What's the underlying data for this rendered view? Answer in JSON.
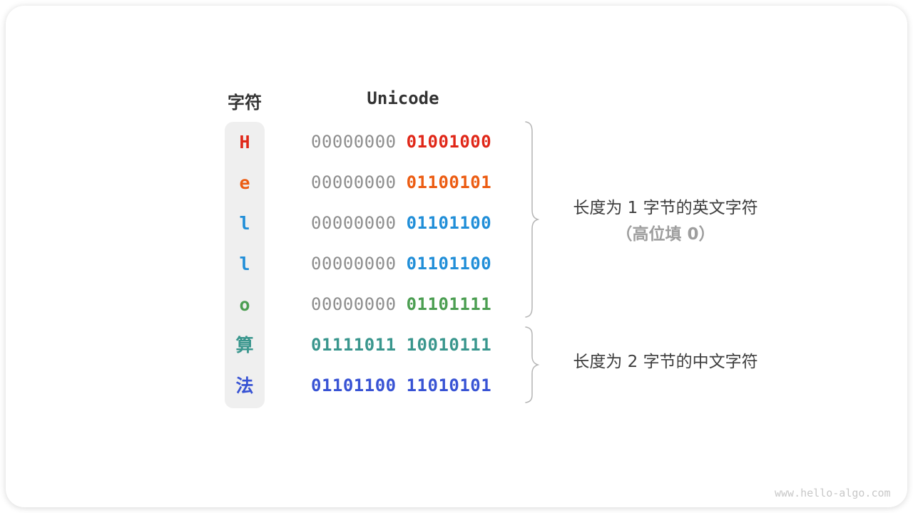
{
  "header": {
    "char_col": "字符",
    "unicode_col": "Unicode"
  },
  "table": {
    "rows": [
      {
        "char": "H",
        "byte1": "00000000",
        "byte2": "01001000",
        "color": "#e02718",
        "byte1_color": "#8d8d8d"
      },
      {
        "char": "e",
        "byte1": "00000000",
        "byte2": "01100101",
        "color": "#ec5c12",
        "byte1_color": "#8d8d8d"
      },
      {
        "char": "l",
        "byte1": "00000000",
        "byte2": "01101100",
        "color": "#208ed8",
        "byte1_color": "#8d8d8d"
      },
      {
        "char": "l",
        "byte1": "00000000",
        "byte2": "01101100",
        "color": "#208ed8",
        "byte1_color": "#8d8d8d"
      },
      {
        "char": "o",
        "byte1": "00000000",
        "byte2": "01101111",
        "color": "#4b9e51",
        "byte1_color": "#8d8d8d"
      },
      {
        "char": "算",
        "byte1": "01111011",
        "byte2": "10010111",
        "color": "#39968d",
        "byte1_color": "#39968d"
      },
      {
        "char": "法",
        "byte1": "01101100",
        "byte2": "11010101",
        "color": "#3853d4",
        "byte1_color": "#3853d4"
      }
    ]
  },
  "annotations": {
    "english_group": {
      "line1": "长度为 1 字节的英文字符",
      "line2": "（高位填 0）"
    },
    "chinese_group": {
      "line1": "长度为 2 字节的中文字符"
    }
  },
  "watermark": "www.hello-algo.com",
  "colors": {
    "byte_gray": "#8d8d8d",
    "column_bg": "#efefef",
    "brace": "#b4b4b4",
    "text_dark": "#3d3d3d",
    "text_gray": "#9e9e9e",
    "watermark": "#c8c8c8"
  }
}
